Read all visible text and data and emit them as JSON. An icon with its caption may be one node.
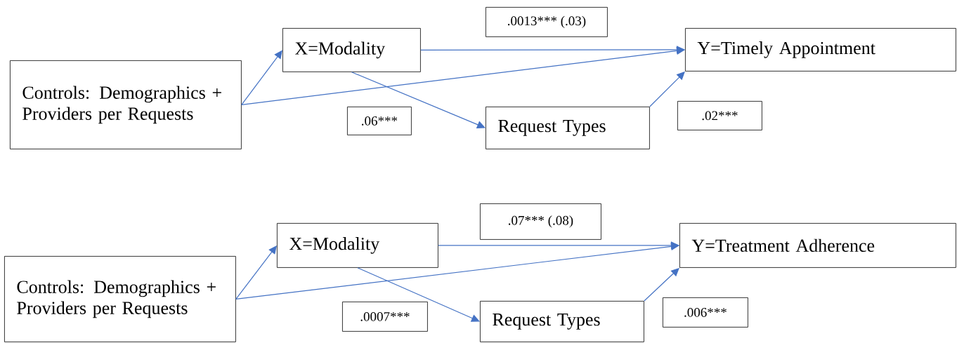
{
  "diagram": {
    "nodes": [
      {
        "text": [
          "Controls: Demographics + Providers per Requests"
        ]
      },
      {
        "text": [
          "X=Modality"
        ]
      },
      {
        "text": [
          ".0013*** (.03)"
        ]
      },
      {
        "text": [
          "Y=Timely Appointment"
        ]
      },
      {
        "text": [
          ".06***"
        ]
      },
      {
        "text": [
          "Request Types"
        ]
      },
      {
        "text": [
          ".02***"
        ]
      },
      {
        "text": [
          "Controls: Demographics + Providers per Requests"
        ]
      },
      {
        "text": [
          "X=Modality"
        ]
      },
      {
        "text": [
          ".07*** (.08)"
        ]
      },
      {
        "text": [
          "Y=Treatment Adherence"
        ]
      },
      {
        "text": [
          ".0007***"
        ]
      },
      {
        "text": [
          "Request Types"
        ]
      },
      {
        "text": [
          ".006***"
        ]
      }
    ],
    "edges": [
      {
        "from": 0,
        "to": 1,
        "arrow": "to"
      },
      {
        "from": 0,
        "to": 3,
        "arrow": "to"
      },
      {
        "from": 1,
        "to": 3,
        "arrow": "to"
      },
      {
        "from": 1,
        "to": 5,
        "arrow": "to"
      },
      {
        "from": 5,
        "to": 3,
        "arrow": "to"
      },
      {
        "from": 7,
        "to": 8,
        "arrow": "to"
      },
      {
        "from": 7,
        "to": 10,
        "arrow": "to"
      },
      {
        "from": 8,
        "to": 10,
        "arrow": "to"
      },
      {
        "from": 8,
        "to": 12,
        "arrow": "to"
      },
      {
        "from": 12,
        "to": 10,
        "arrow": "to"
      }
    ]
  }
}
